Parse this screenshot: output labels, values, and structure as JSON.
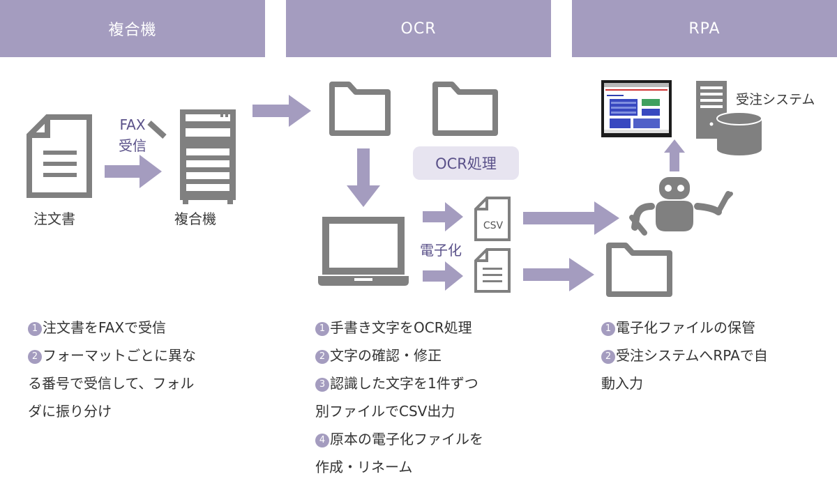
{
  "headers": [
    "複合機",
    "OCR",
    "RPA"
  ],
  "diagram": {
    "order_label": "注文書",
    "fax_line1": "FAX",
    "fax_line2": "受信",
    "mfp_label": "複合機",
    "ocr_pill": "OCR処理",
    "digitize_label": "電子化",
    "csv_label": "CSV",
    "order_system_label": "受注システム"
  },
  "icons": [
    "document-icon",
    "multifunction-printer-icon",
    "folder-icon",
    "laptop-icon",
    "csv-file-icon",
    "robot-icon",
    "monitor-icon",
    "server-icon",
    "database-icon"
  ],
  "colors": {
    "header": "#a49cbf",
    "arrow": "#a49cbf",
    "icon": "#808080",
    "accent_text": "#5a5189",
    "pill_bg": "#e7e4f0"
  },
  "columns": [
    {
      "steps": [
        {
          "num": "1",
          "lines": [
            "注文書をFAXで受信"
          ]
        },
        {
          "num": "2",
          "lines": [
            "フォーマットごとに異な",
            "る番号で受信して、フォル",
            "ダに振り分け"
          ]
        }
      ]
    },
    {
      "steps": [
        {
          "num": "1",
          "lines": [
            "手書き文字をOCR処理"
          ]
        },
        {
          "num": "2",
          "lines": [
            "文字の確認・修正"
          ]
        },
        {
          "num": "3",
          "lines": [
            "認識した文字を1件ずつ",
            "別ファイルでCSV出力"
          ]
        },
        {
          "num": "4",
          "lines": [
            "原本の電子化ファイルを",
            "作成・リネーム"
          ]
        }
      ]
    },
    {
      "steps": [
        {
          "num": "1",
          "lines": [
            "電子化ファイルの保管"
          ]
        },
        {
          "num": "2",
          "lines": [
            "受注システムへRPAで自",
            "動入力"
          ]
        }
      ]
    }
  ]
}
